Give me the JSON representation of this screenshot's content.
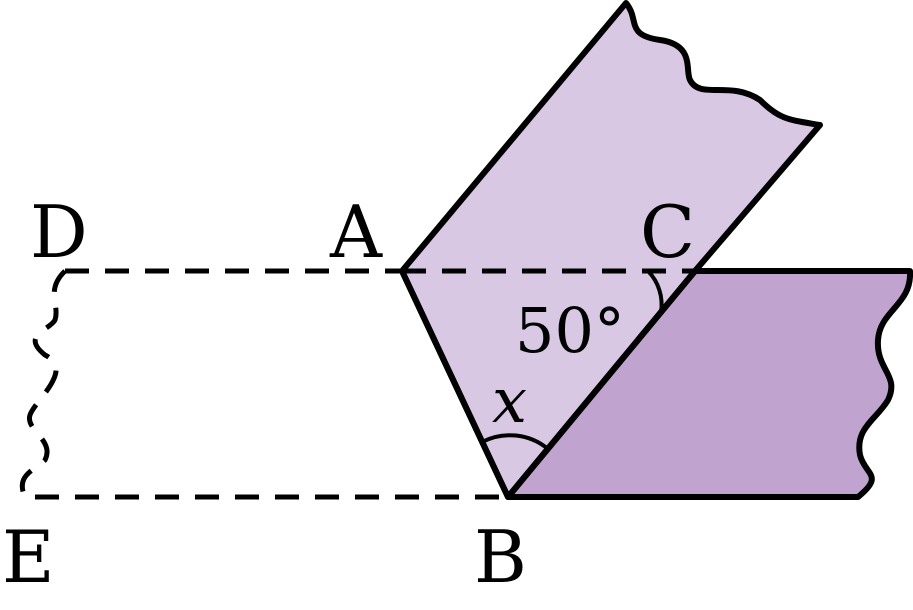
{
  "points": {
    "A": "A",
    "B": "B",
    "C": "C",
    "D": "D",
    "E": "E"
  },
  "angles": {
    "given": "50°",
    "unknown": "x"
  },
  "colors": {
    "strip_light": "#d8c8e3",
    "strip_dark": "#c0a4cf",
    "stroke": "#000000"
  }
}
